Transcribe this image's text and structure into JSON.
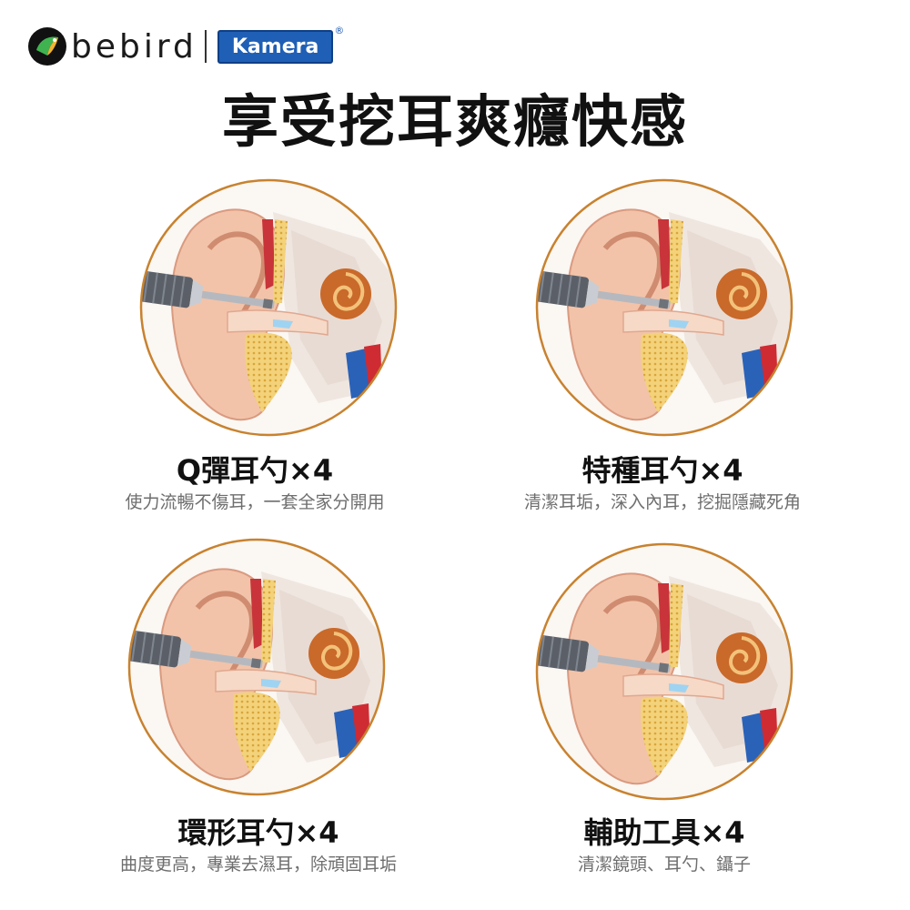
{
  "brand": {
    "wordmark": "bebird",
    "partner": "Kamera",
    "registered": "®"
  },
  "title": "享受挖耳爽癮快感",
  "colors": {
    "ring": "#c8822f",
    "partner_bg": "#1f5fb5",
    "caption_title": "#111111",
    "caption_sub": "#6e6e6e"
  },
  "items": [
    {
      "name": "Q彈耳勺×4",
      "desc": "使力流暢不傷耳，一套全家分開用",
      "icon": "ear-anatomy-illustration"
    },
    {
      "name": "特種耳勺×4",
      "desc": "清潔耳垢，深入內耳，挖掘隱藏死角",
      "icon": "ear-anatomy-illustration"
    },
    {
      "name": "環形耳勺×4",
      "desc": "曲度更高，專業去濕耳，除頑固耳垢",
      "icon": "ear-anatomy-illustration"
    },
    {
      "name": "輔助工具×4",
      "desc": "清潔鏡頭、耳勺、鑷子",
      "icon": "ear-anatomy-illustration"
    }
  ]
}
